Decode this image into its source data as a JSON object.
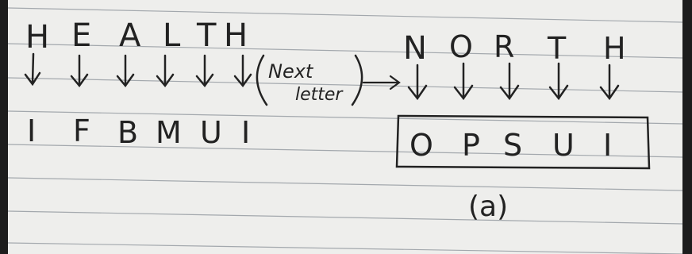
{
  "words": {
    "plain_left": [
      "H",
      "E",
      "A",
      "L",
      "T",
      "H"
    ],
    "cipher_left": [
      "I",
      "F",
      "B",
      "M",
      "U",
      "I"
    ],
    "plain_right": [
      "N",
      "O",
      "R",
      "T",
      "H"
    ],
    "cipher_right": [
      "O",
      "P",
      "S",
      "U",
      "I"
    ]
  },
  "rule": {
    "line1": "Next",
    "line2": "letter"
  },
  "label": "(a)",
  "colors": {
    "paper": "#eeeeec",
    "ink": "#222222",
    "ruled_line": "#9aa0a6",
    "background": "#1d1d1d"
  }
}
